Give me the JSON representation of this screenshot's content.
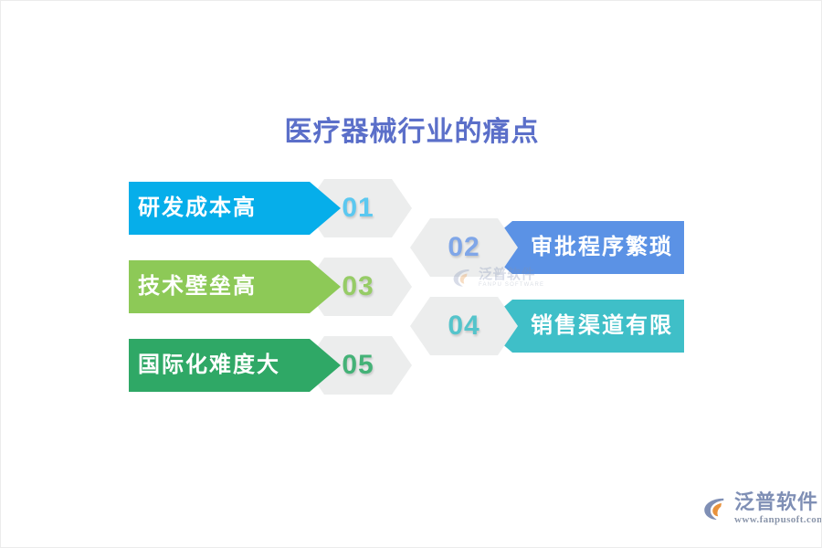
{
  "title": "医疗器械行业的痛点",
  "title_color": "#5b6fc9",
  "background_color": "#ffffff",
  "hex_fill_color": "#eceded",
  "rows": [
    {
      "number": "01",
      "label": "研发成本高",
      "side": "left",
      "bar_color": "#06aeea",
      "number_color": "#5bc8f0"
    },
    {
      "number": "02",
      "label": "审批程序繁琐",
      "side": "right",
      "bar_color": "#5b92e5",
      "number_color": "#7fa6e8"
    },
    {
      "number": "03",
      "label": "技术壁垒高",
      "side": "left",
      "bar_color": "#8dc957",
      "number_color": "#96cc66"
    },
    {
      "number": "04",
      "label": "销售渠道有限",
      "side": "right",
      "bar_color": "#3fbfc8",
      "number_color": "#54c4cb"
    },
    {
      "number": "05",
      "label": "国际化难度大",
      "side": "left",
      "bar_color": "#2fa866",
      "number_color": "#44b277"
    }
  ],
  "watermark": {
    "name_cn": "泛普软件",
    "name_en": "FANPU SOFTWARE"
  },
  "logo": {
    "name_cn": "泛普软件",
    "url": "www.fanpusoft.com",
    "mark_color": "#7f8fb5",
    "accent_color": "#e8923c"
  }
}
